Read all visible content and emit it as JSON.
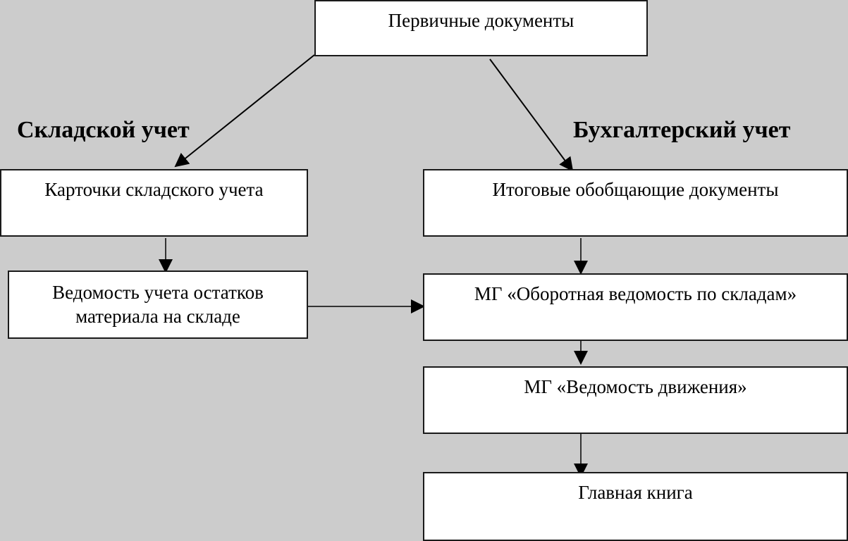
{
  "headings": {
    "warehouse": "Складской учет",
    "accounting": "Бухгалтерский учет"
  },
  "boxes": {
    "primary": "Первичные документы",
    "cards": "Карточки складского учета",
    "balance_line1": "Ведомость учета остатков",
    "balance_line2": "материала на складе",
    "summary": "Итоговые обобщающие документы",
    "turnover": "МГ «Оборотная ведомость по складам»",
    "movement": "МГ «Ведомость движения»",
    "ledger": "Главная книга"
  },
  "connections": [
    {
      "from": "primary",
      "to": "cards"
    },
    {
      "from": "primary",
      "to": "summary"
    },
    {
      "from": "cards",
      "to": "balance"
    },
    {
      "from": "balance",
      "to": "turnover"
    },
    {
      "from": "summary",
      "to": "turnover"
    },
    {
      "from": "turnover",
      "to": "movement"
    },
    {
      "from": "movement",
      "to": "ledger"
    }
  ],
  "colors": {
    "background": "#cccccc",
    "box_fill": "#ffffff",
    "line": "#000000"
  }
}
